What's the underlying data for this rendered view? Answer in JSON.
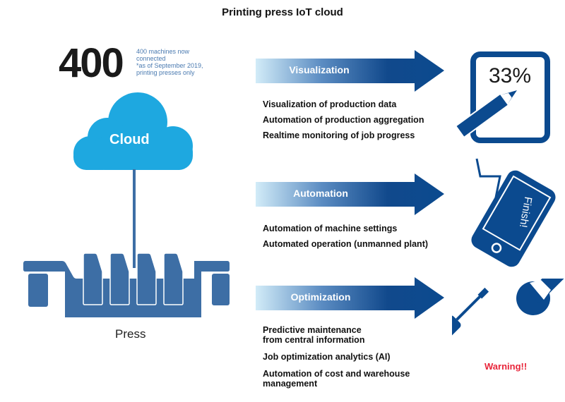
{
  "title": "Printing press IoT cloud",
  "stats": {
    "count": "400",
    "note_lines": [
      "400 machines now",
      "connected",
      "*as of September 2019,",
      "printing presses only"
    ]
  },
  "cloud": {
    "label": "Cloud"
  },
  "press": {
    "label": "Press"
  },
  "sections": [
    {
      "label": "Visualization",
      "items": [
        "Visualization of production data",
        "Automation of production aggregation",
        "Realtime monitoring of job progress"
      ],
      "icon": "tablet-pencil-icon",
      "icon_text": "33%"
    },
    {
      "label": "Automation",
      "items": [
        "Automation of machine settings",
        "Automated operation (unmanned plant)"
      ],
      "icon": "smartphone-notification-icon",
      "icon_text": "Finish!"
    },
    {
      "label": "Optimization",
      "items": [
        "Predictive maintenance",
        "from central information",
        "Job optimization analytics (AI)",
        "Automation of cost and warehouse",
        "management"
      ],
      "icon": "wrench-screwdriver-icon",
      "icon_text": "Warning!!"
    }
  ],
  "colors": {
    "brand_blue": "#0b4a8f",
    "press_blue": "#3d6ea5",
    "cloud_blue": "#1ea8e0",
    "warning_red": "#e8253a",
    "arrow_light": "#cde8f6"
  }
}
